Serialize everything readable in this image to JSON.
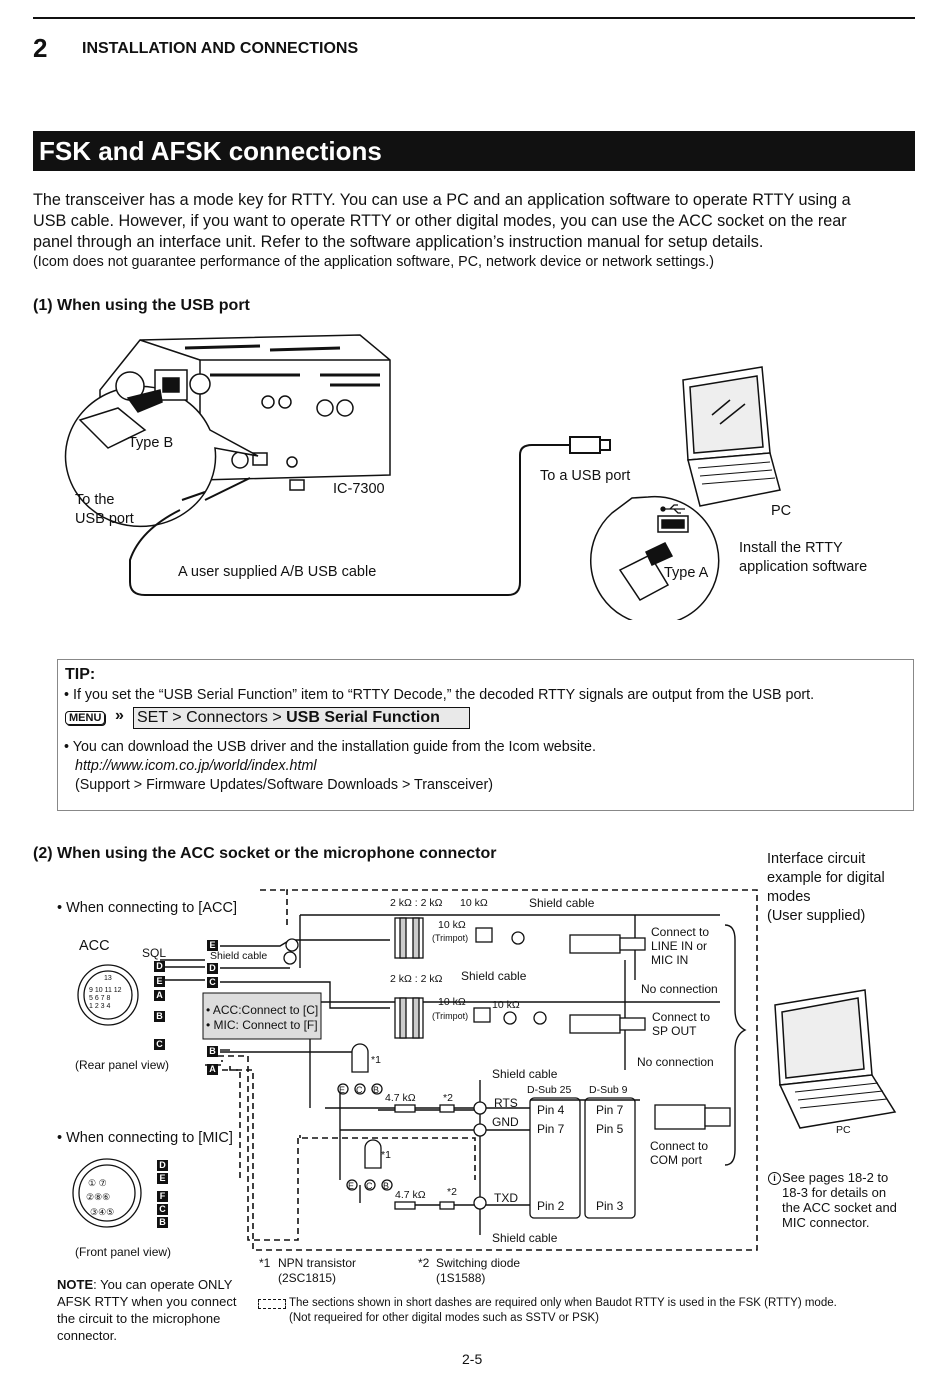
{
  "header": {
    "chapter_number": "2",
    "chapter_title": "INSTALLATION AND CONNECTIONS"
  },
  "section": {
    "title": "FSK and AFSK connections"
  },
  "intro": {
    "line1": "The transceiver has a mode key for RTTY. You can use a PC and an application software to operate RTTY using a",
    "line2": "USB cable. However, if you want to operate RTTY or other digital modes, you can use the ACC socket on the rear",
    "line3": "panel through an interface unit. Refer to the software application’s instruction manual for setup details.",
    "note": "(Icom does not guarantee performance of the application software, PC, network device or network settings.)"
  },
  "usb": {
    "heading": "(1) When using the USB port",
    "type_b": "Type B",
    "to_usb_port_1": "To the",
    "to_usb_port_2": "USB port",
    "radio_model": "IC-7300",
    "cable": "A user supplied A/B USB cable",
    "to_a_usb_port": "To a USB port",
    "pc": "PC",
    "type_a": "Type A",
    "install_1": "Install the RTTY",
    "install_2": "application software"
  },
  "tip": {
    "title": "TIP:",
    "line1": "• If you set the “USB Serial Function” item to “RTTY Decode,” the decoded RTTY signals are output from the USB port.",
    "menu_key": "MENU",
    "arrow": "»",
    "menu_path_plain": "SET > Connectors > ",
    "menu_path_bold": "USB Serial Function",
    "line2": "• You can download the USB driver and the installation guide from the Icom website.",
    "url": "http://www.icom.co.jp/world/index.html",
    "line3": "(Support > Firmware Updates/Software Downloads > Transceiver)"
  },
  "acc": {
    "heading": "(2) When using the ACC socket or the microphone connector",
    "interface_1": "Interface circuit",
    "interface_2": "example for digital",
    "interface_3": "modes",
    "interface_4": "(User supplied)",
    "when_acc": "• When connecting to [ACC]",
    "acc_label": "ACC",
    "sql": "SQL",
    "rear_view": "(Rear panel view)",
    "when_mic": "• When connecting to [MIC]",
    "front_view": "(Front panel view)",
    "acc_connect": "• ACC:Connect to [C]",
    "mic_connect": "• MIC: Connect to [F]",
    "shield_cable": "Shield cable",
    "r_2k_a": "2 kΩ : 2 kΩ",
    "r_10k": "10 kΩ",
    "trimpot": "(Trimpot)",
    "connect_line_1": "Connect to",
    "connect_line_2": "LINE IN or",
    "connect_line_3": "MIC IN",
    "no_connection": "No connection",
    "connect_sp_1": "Connect to",
    "connect_sp_2": "SP OUT",
    "r_4k7": "4.7 kΩ",
    "star1": "*1",
    "star2": "*2",
    "rts": "RTS",
    "gnd": "GND",
    "txd": "TXD",
    "dsub25": "D-Sub 25",
    "dsub9": "D-Sub 9",
    "pin4": "Pin 4",
    "pin7": "Pin 7",
    "pin7b": "Pin 7",
    "pin5": "Pin 5",
    "pin2": "Pin 2",
    "pin3": "Pin 3",
    "com_1": "Connect to",
    "com_2": "COM port",
    "pc": "PC",
    "see_pages_1": "See pages 18-2 to",
    "see_pages_2": "18-3 for details on",
    "see_pages_3": "the ACC socket and",
    "see_pages_4": "MIC connector.",
    "info_icon": "i",
    "fn1_mark": "*1",
    "fn1_a": "NPN transistor",
    "fn1_b": "(2SC1815)",
    "fn2_mark": "*2",
    "fn2_a": "Switching diode",
    "fn2_b": "(1S1588)",
    "note_bold": "NOTE",
    "note_1": ": You can operate ONLY",
    "note_2": "AFSK RTTY when you connect",
    "note_3": "the circuit to the microphone",
    "note_4": "connector.",
    "dash_note_1": "The sections shown in short dashes are required only when Baudot RTTY is used in the FSK (RTTY) mode.",
    "dash_note_2": "(Not requeired for other digital modes such as SSTV or PSK)",
    "transistor_e": "E",
    "transistor_c": "C",
    "transistor_b": "B",
    "pin_e": "E",
    "pin_d": "D",
    "pin_c": "C",
    "pin_b": "B",
    "pin_a": "A",
    "pin_f": "F"
  },
  "footer": {
    "page": "2-5"
  }
}
